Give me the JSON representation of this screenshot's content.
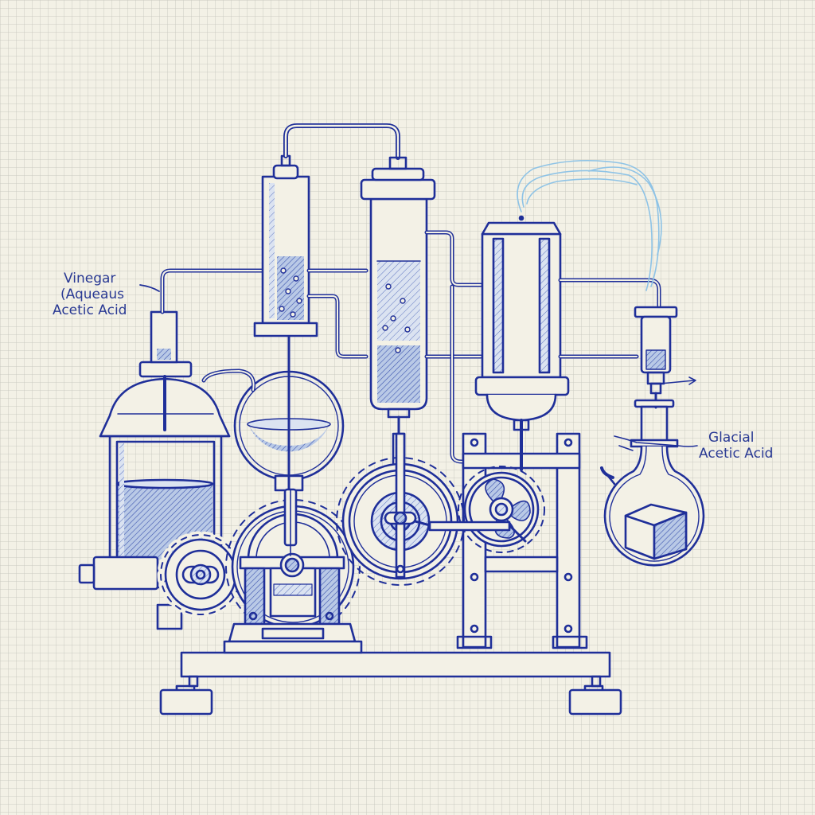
{
  "diagram": {
    "title": "Vinegar to glacial acetic acid distillation apparatus (blueprint sketch)",
    "style": "blueprint ink on grid paper",
    "colors": {
      "paper": "#f3f1e6",
      "grid": "#d6d4c8",
      "ink": "#1f2f99",
      "liquid_fill": "#a9bde0",
      "vapor": "#8ec3e6"
    },
    "labels": {
      "input": {
        "line1": "Vinegar",
        "line2": "(Aqueaus",
        "line3": "Acetic Acid"
      },
      "output": {
        "line1": "Glacial",
        "line2": "Acetic Acid"
      }
    },
    "components": [
      "vinegar-reservoir",
      "boiling-flask",
      "fractionating-column",
      "condenser-column",
      "cooling-chamber",
      "drip-receiver",
      "collection-flask",
      "gear-train",
      "pump-housing",
      "support-frame",
      "base-platform",
      "vapor-plume"
    ]
  }
}
